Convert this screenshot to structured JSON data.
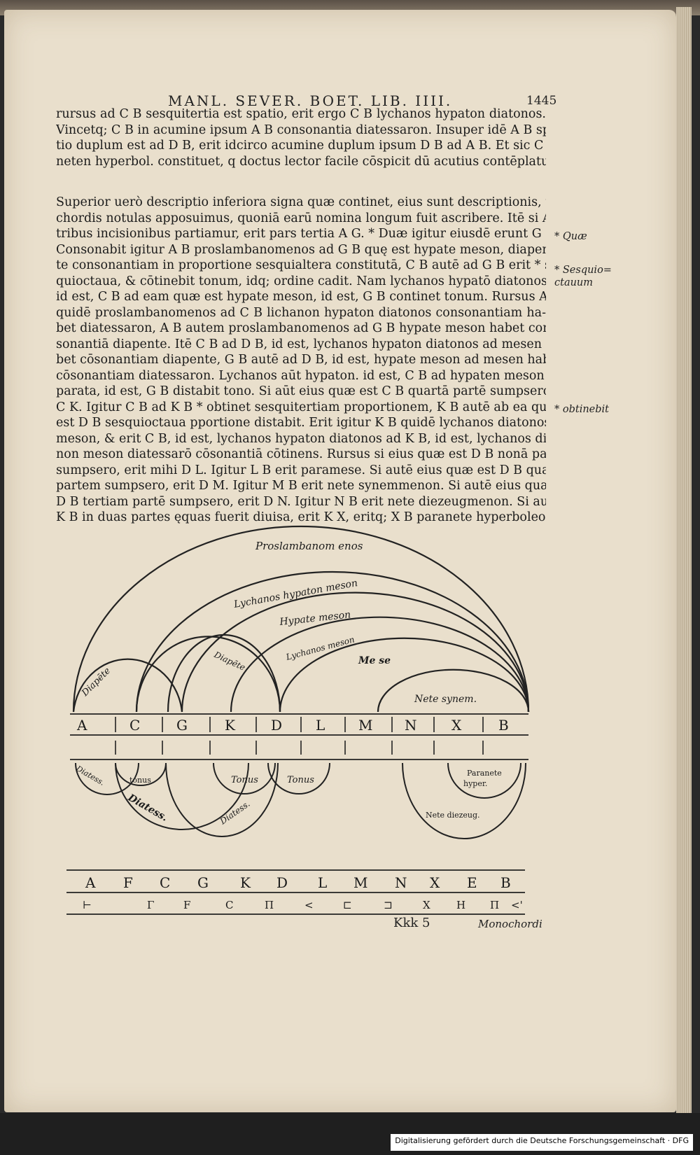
{
  "header": {
    "running_head": "MANL. SEVER. BOET. LIB. IIII.",
    "page_number": "1445"
  },
  "paragraph1": [
    "rursus ad C B sesquitertia est spatio, erit ergo C B lychanos hypaton diatonos.",
    "Vincetq; C B in acumine ipsum A B consonantia diatessaron. Insuper idē A B spa-",
    "tio duplum est ad D B, erit idcirco acumine duplum ipsum D B ad A B. Et sic C B",
    "neten hyperbol. constituet, q doctus lector facile cōspicit dū acutius contēplatur."
  ],
  "paragraph2": [
    "Superior uerò descriptio inferiora signa quæ continet, eius sunt descriptionis, ubi",
    "chordis notulas apposuimus, quoniā earū nomina longum fuit ascribere. Itē si A B",
    "tribus incisionibus partiamur, erit pars tertia A G. * Duæ igitur eiusdē erunt G B.",
    "Consonabit igitur A B proslambanomenos ad G B quę est hypate meson, diapen",
    "te consonantiam in proportione sesquialtera constitutā, C B autē ad G B erit * ses/",
    "quioctaua, & cōtinebit tonum, idq; ordine cadit. Nam lychanos hypatō diatonos,",
    "id est, C B ad eam quæ est hypate meson, id est, G B continet tonum. Rursus A B",
    "quidē proslambanomenos ad C B lichanon hypaton diatonos consonantiam ha-",
    "bet diatessaron, A B autem proslambanomenos ad G B hypate meson habet con",
    "sonantiā diapente. Itē C B ad D B, id est, lychanos hypaton diatonos ad mesen ha",
    "bet cōsonantiam diapente, G B autē ad D B, id est, hypate meson ad mesen habet",
    "cōsonantiam diatessaron. Lychanos aūt hypaton. id est, C B ad hypaten meson cō=",
    "parata, id est, G B distabit tono. Si aūt eius quæ est C B quartā partē sumpsero, erit",
    "C K. Igitur C B ad K B * obtinet sesquitertiam proportionem, K B autē ab ea quę",
    "est D B sesquioctaua pportione distabit. Erit igitur K B quidē lychanos diatonos",
    "meson, & erit C B, id est, lychanos hypaton diatonos ad K B, id est, lychanos diato",
    "non meson diatessarō cōsonantiā cōtinens. Rursus si eius quæ est D B nonā partē",
    "sumpsero, erit mihi D L. Igitur L B erit paramese. Si autē eius quæ est D B quartā",
    "partem sumpsero, erit D M. Igitur M B erit nete synemmenon. Si autē eius quæ est",
    "D B tertiam partē sumpsero, erit D N. Igitur N B erit nete diezeugmenon. Si autē",
    "K B in duas partes ęquas fuerit diuisa, erit K X, eritq; X B paranete hyperboleon."
  ],
  "marginalia": [
    "* Quæ",
    "* Sesquio=",
    "ctauum",
    "* obtinebit"
  ],
  "diagram_upper": {
    "arc_labels": [
      "Proslambanom enos",
      "Lychanos hypaton meson",
      "Hypate meson",
      "Diapēte",
      "Lychanos meson",
      "Me se",
      "Nete synem.",
      "Diapēte"
    ],
    "scale_letters": [
      "A",
      "C",
      "G",
      "K",
      "D",
      "L",
      "M",
      "N",
      "X",
      "B"
    ],
    "lower_labels": [
      "Diatess.",
      "tonus",
      "Tonus",
      "Tonus",
      "Diatess.",
      "Diatess.",
      "Paranete",
      "hyper.",
      "Nete diezeug."
    ]
  },
  "diagram_lower": {
    "row1": [
      "A",
      "F",
      "C",
      "G",
      "K",
      "D",
      "L",
      "M",
      "N",
      "X",
      "E",
      "B"
    ],
    "row2": [
      "⊢",
      "Γ",
      "F",
      "C",
      "Π",
      "<",
      "⊏",
      "⊐",
      "X",
      "H",
      "Π",
      "<'"
    ]
  },
  "signature": "Kkk 5",
  "catchword": "Monochordi",
  "credit": "Digitalisierung gefördert durch die Deutsche Forschungsgemeinschaft · DFG"
}
